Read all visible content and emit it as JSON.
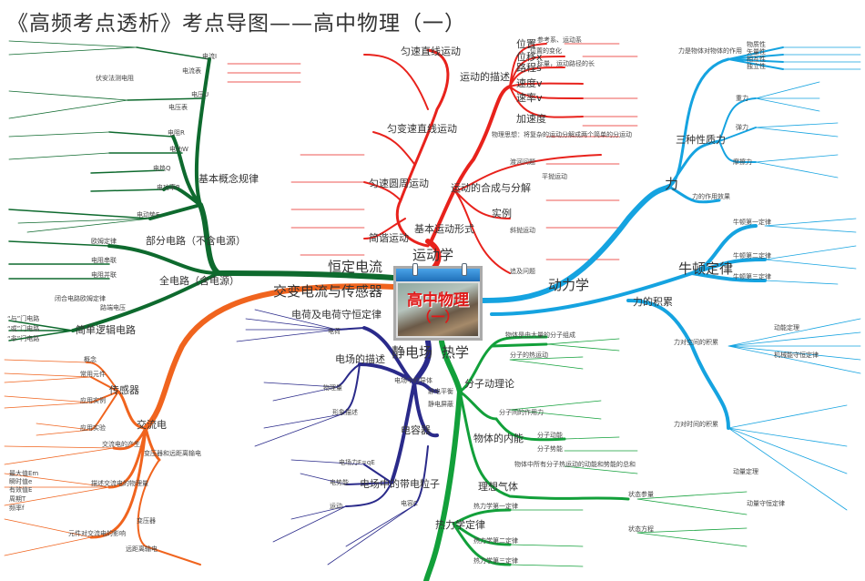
{
  "title": "《高频考点透析》考点导图——高中物理（一）",
  "center": {
    "title": "高中物理",
    "subtitle": "（一）"
  },
  "colors": {
    "kinematics": "#e8221c",
    "dynamics": "#15a3e0",
    "thermo": "#12a03a",
    "electrostatic": "#2a2a8a",
    "ac": "#f0641e",
    "current": "#0e6a2e"
  },
  "kinematics": {
    "label": "运动学",
    "basic": "基本运动形式",
    "describe": "运动的描述",
    "compose": "运动的合成与分解",
    "describe_items": [
      "位置",
      "位移x",
      "路程s",
      "速度v",
      "速率v",
      "加速度"
    ],
    "motion_forms": [
      "匀速直线运动",
      "匀变速直线运动",
      "匀速圆周运动",
      "简谐运动"
    ],
    "leaves": [
      "参考系、运动系",
      "位置的变化",
      "标量，运动路径的长",
      "物理思想：将复杂的运动分解成两个简单的分运动",
      "实例",
      "平抛运动",
      "斜抛运动",
      "渡河问题",
      "追及问题"
    ]
  },
  "dynamics": {
    "label": "动力学",
    "force": "力",
    "force_items": [
      "力是物体对物体的作用",
      "三种性质力",
      "力的作用效果"
    ],
    "force_kinds": [
      "重力",
      "弹力",
      "摩擦力"
    ],
    "properties": [
      "物质性",
      "矢量性",
      "相互性",
      "独立性"
    ],
    "newton": "牛顿定律",
    "newton_items": [
      "牛顿第一定律",
      "牛顿第二定律",
      "牛顿第三定律"
    ],
    "accum": "力的积累",
    "accum_items": [
      "力对空间的积累",
      "力对时间的积累"
    ],
    "leaves": [
      "动能定理",
      "动量定理",
      "动量守恒定律",
      "机械能守恒定律"
    ]
  },
  "thermo": {
    "label": "热学",
    "theory": "分子动理论",
    "theory_items": [
      "物体是由大量的分子组成",
      "分子的热运动",
      "分子间的作用力"
    ],
    "energy": "物体的内能",
    "energy_items": [
      "分子动能",
      "分子势能",
      "物体中所有分子热运动的动能和势能的总和"
    ],
    "gas": "理想气体",
    "gas_items": [
      "状态参量",
      "状态方程"
    ],
    "laws": "热力学定律",
    "laws_items": [
      "热力学第一定律",
      "热力学第二定律",
      "热力学第三定律"
    ]
  },
  "electrostatic": {
    "label": "静电场",
    "items": [
      "电荷及电荷守恒定律",
      "电场的描述",
      "电场中的导体",
      "电场中的带电粒子",
      "电容器"
    ],
    "sub": [
      "电荷",
      "物理量",
      "形象描述",
      "电场力F=qE",
      "电势能",
      "运动",
      "电容C",
      "静电平衡",
      "静电屏蔽"
    ]
  },
  "ac": {
    "label": "交变电流与传感器",
    "alternating": "交流电",
    "sensor": "传感器",
    "sensor_items": [
      "概念",
      "常用元件",
      "应用实例",
      "应用实验"
    ],
    "ac_items": [
      "交流电的产生",
      "描述交流电的物理量",
      "元件对交流电的影响",
      "变压器和远距离输电"
    ],
    "quantities": [
      "最大值Em",
      "瞬时值e",
      "有效值E",
      "周期T",
      "频率f"
    ],
    "transformer": [
      "变压器",
      "远距离输电"
    ]
  },
  "current": {
    "label": "恒定电流",
    "basic": "基本概念规律",
    "partial": "部分电路（不含电源）",
    "full": "全电路（含电源）",
    "logic": "简单逻辑电路",
    "basic_items": [
      "电流I",
      "电压U",
      "电阻R",
      "电功W",
      "电热Q",
      "电功率P",
      "电动势E"
    ],
    "partial_items": [
      "欧姆定律",
      "电阻串联",
      "电阻并联"
    ],
    "gates": [
      "“与”门电路",
      "“或”门电路",
      "“非”门电路"
    ],
    "leaves": [
      "电流表",
      "电压表",
      "伏安法测电阻",
      "闭合电路欧姆定律",
      "路端电压"
    ]
  }
}
